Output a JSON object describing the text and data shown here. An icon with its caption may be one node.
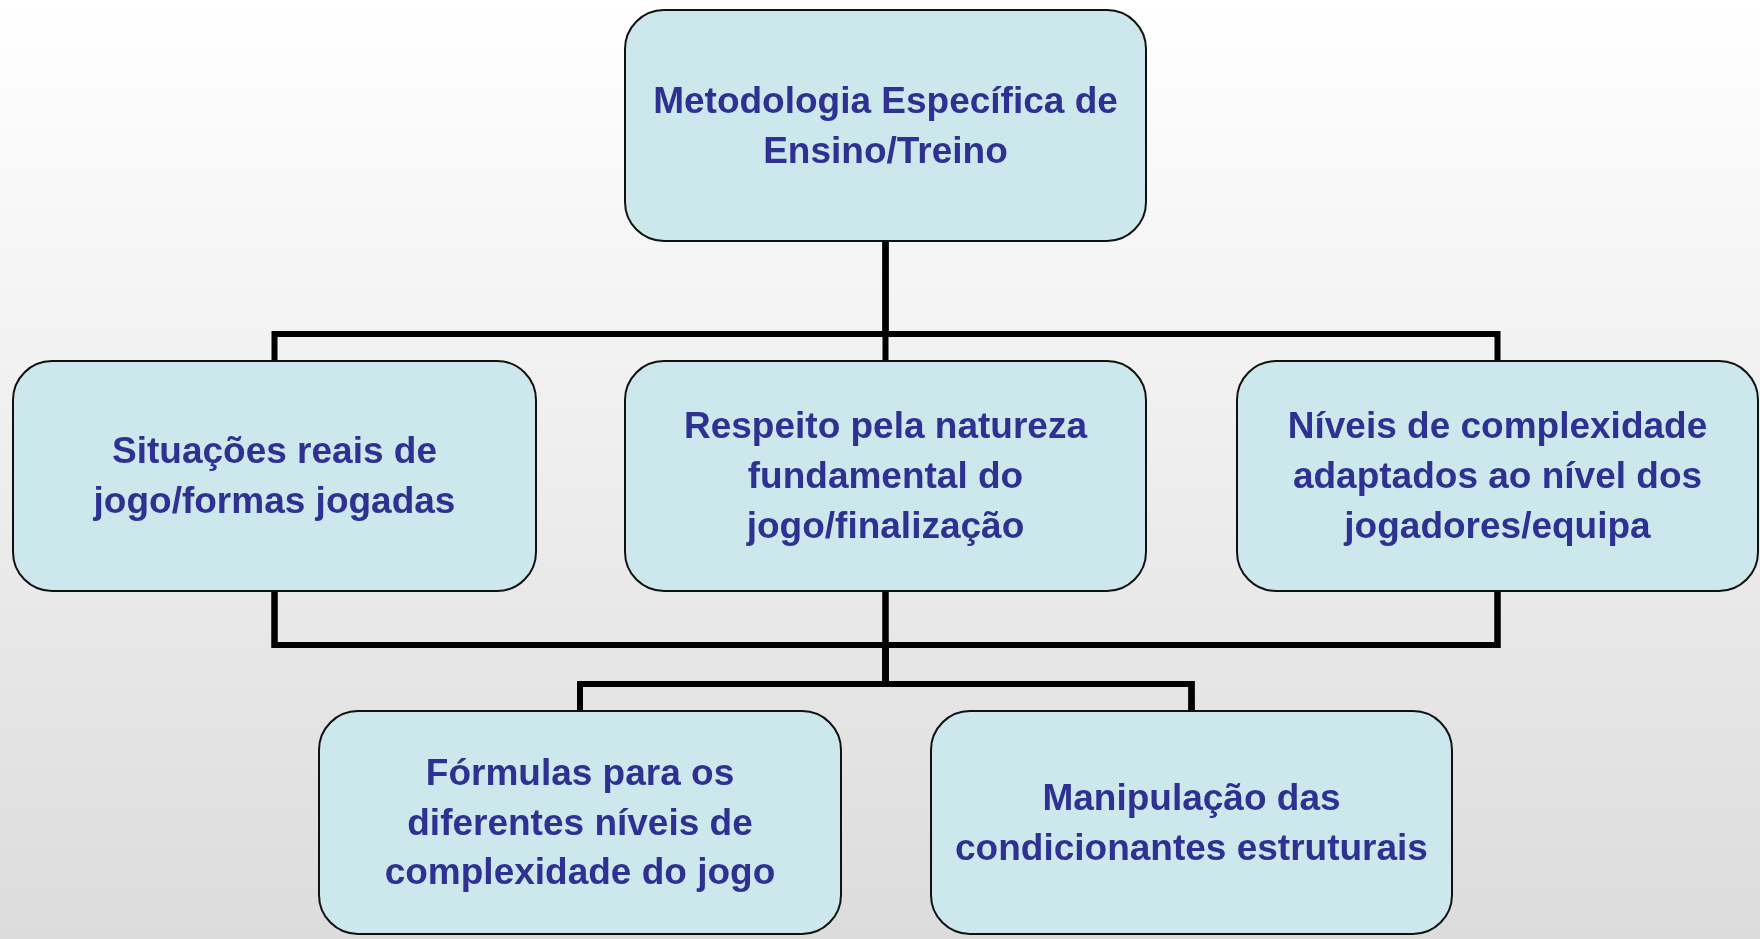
{
  "diagram": {
    "nodes": [
      {
        "text": [
          "Metodologia Específica de Ensino/Treino"
        ]
      },
      {
        "text": [
          "Situações reais de jogo/formas jogadas"
        ]
      },
      {
        "text": [
          "Respeito pela natureza fundamental do jogo/finalização"
        ]
      },
      {
        "text": [
          "Níveis de complexidade adaptados ao nível dos jogadores/equipa"
        ]
      },
      {
        "text": [
          "Fórmulas para os diferentes níveis de complexidade do jogo"
        ]
      },
      {
        "text": [
          "Manipulação das condicionantes estruturais"
        ]
      }
    ],
    "edges": [
      {
        "from": 0,
        "to": 1,
        "arrow": "none"
      },
      {
        "from": 0,
        "to": 2,
        "arrow": "none"
      },
      {
        "from": 0,
        "to": 3,
        "arrow": "none"
      },
      {
        "from": 1,
        "to": 4,
        "arrow": "none"
      },
      {
        "from": 1,
        "to": 5,
        "arrow": "none"
      },
      {
        "from": 2,
        "to": 4,
        "arrow": "none"
      },
      {
        "from": 2,
        "to": 5,
        "arrow": "none"
      },
      {
        "from": 3,
        "to": 4,
        "arrow": "none"
      },
      {
        "from": 3,
        "to": 5,
        "arrow": "none"
      }
    ]
  }
}
